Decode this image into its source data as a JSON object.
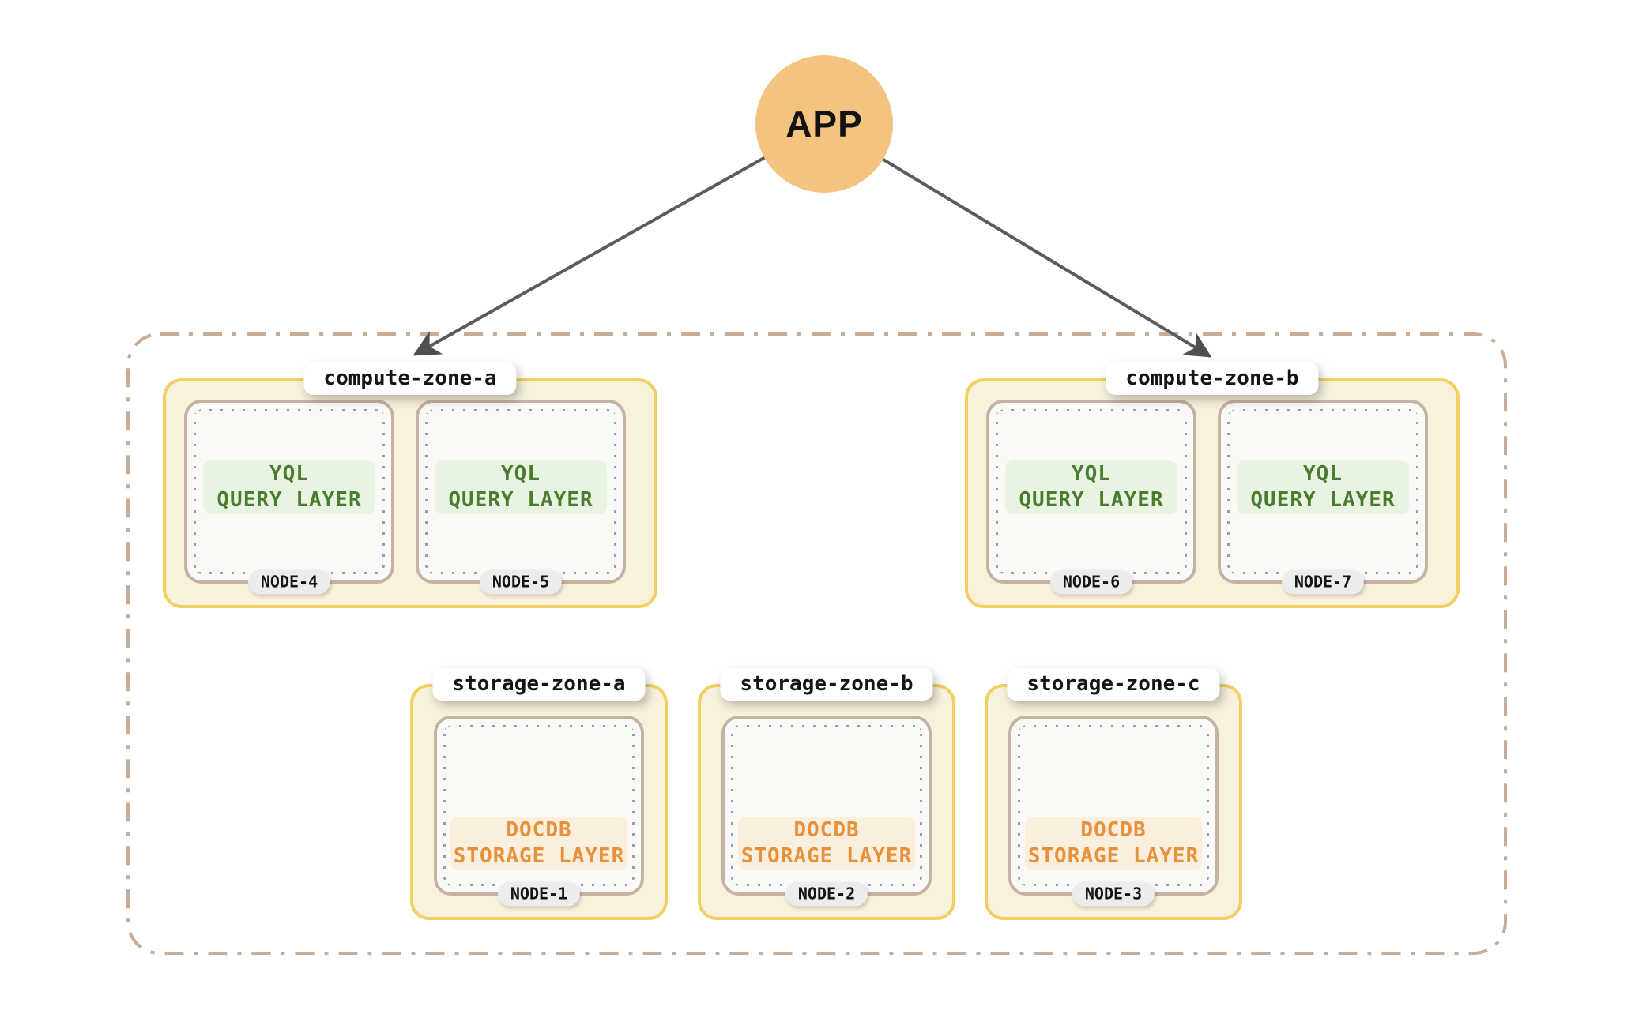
{
  "app": {
    "label": "APP"
  },
  "compute_zones": [
    {
      "label": "compute-zone-a",
      "nodes": [
        {
          "name": "NODE-4",
          "layer": {
            "line1": "YQL",
            "line2": "QUERY LAYER"
          }
        },
        {
          "name": "NODE-5",
          "layer": {
            "line1": "YQL",
            "line2": "QUERY LAYER"
          }
        }
      ]
    },
    {
      "label": "compute-zone-b",
      "nodes": [
        {
          "name": "NODE-6",
          "layer": {
            "line1": "YQL",
            "line2": "QUERY LAYER"
          }
        },
        {
          "name": "NODE-7",
          "layer": {
            "line1": "YQL",
            "line2": "QUERY LAYER"
          }
        }
      ]
    }
  ],
  "storage_zones": [
    {
      "label": "storage-zone-a",
      "nodes": [
        {
          "name": "NODE-1",
          "layer": {
            "line1": "DOCDB",
            "line2": "STORAGE LAYER"
          }
        }
      ]
    },
    {
      "label": "storage-zone-b",
      "nodes": [
        {
          "name": "NODE-2",
          "layer": {
            "line1": "DOCDB",
            "line2": "STORAGE LAYER"
          }
        }
      ]
    },
    {
      "label": "storage-zone-c",
      "nodes": [
        {
          "name": "NODE-3",
          "layer": {
            "line1": "DOCDB",
            "line2": "STORAGE LAYER"
          }
        }
      ]
    }
  ],
  "colors": {
    "app_circle": "#F2C480",
    "arrow": "#5B5B5B",
    "cluster_boundary": "#C7AD98",
    "zone_border": "#F1CF63",
    "zone_fill": "#F8F1DC",
    "node_border": "#C4B2A4",
    "node_fill": "#FAF9F6",
    "node_dotted_inner": "#8CA0B8",
    "query_layer_text": "#4A7C2F",
    "query_layer_bg": "#E9F3E2",
    "storage_layer_text": "#E8913C",
    "storage_layer_bg": "#FAEEDC",
    "zone_pill_bg": "#FFFFFF",
    "node_pill_bg": "#ECECEC"
  }
}
